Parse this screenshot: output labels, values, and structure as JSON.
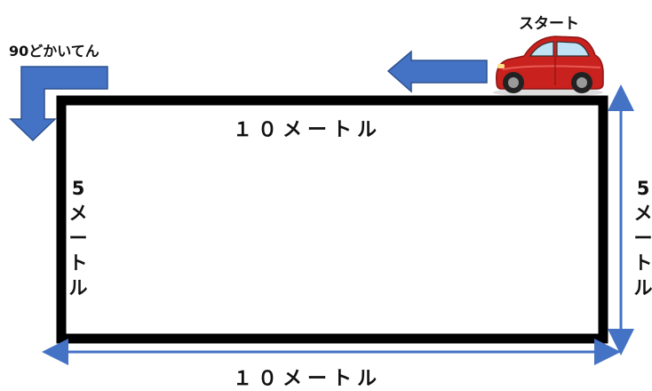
{
  "labels": {
    "start": "スタート",
    "turn": "90どかいてん",
    "top_length": "１０メートル",
    "bottom_length": "１０メートル",
    "left_length": "5メートル",
    "right_length": "5メートル"
  },
  "colors": {
    "track_border": "#000000",
    "arrow": "#4472c4",
    "arrow_outline": "#2f528f",
    "car_body": "#c9211e",
    "dimension_line": "#4472c4"
  },
  "icons": {
    "car": "car-icon",
    "left_arrow": "left-arrow-icon",
    "turn_arrow": "turn-down-arrow-icon"
  }
}
